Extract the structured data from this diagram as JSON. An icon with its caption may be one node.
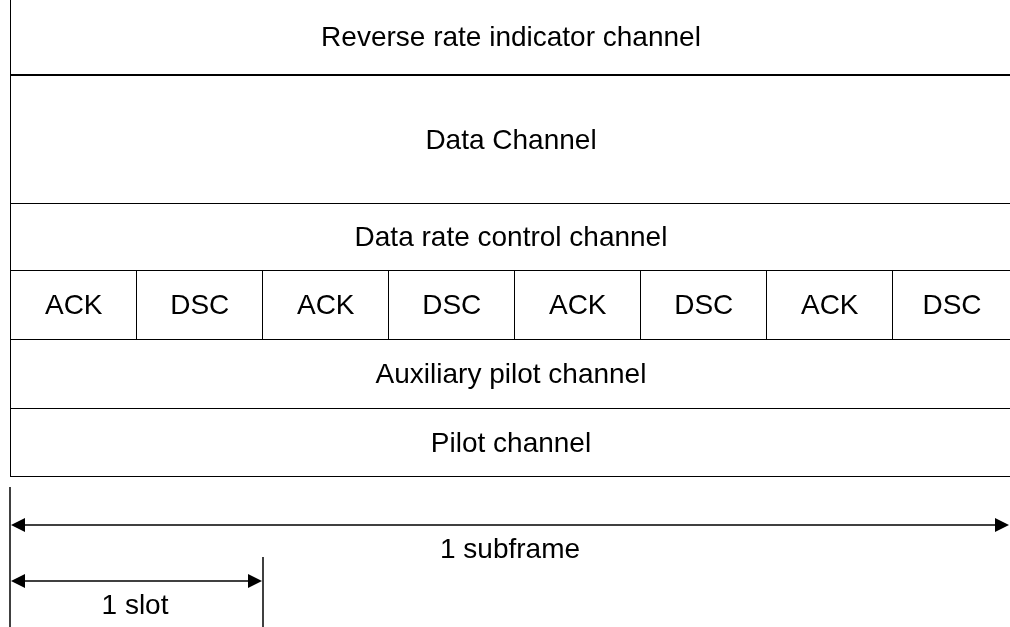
{
  "diagram": {
    "nodes": [
      {
        "text": [
          "Reverse rate indicator channel"
        ]
      },
      {
        "text": [
          "Data Channel"
        ]
      },
      {
        "text": [
          "Data rate control channel"
        ]
      },
      {
        "text": [
          "ACK"
        ]
      },
      {
        "text": [
          "DSC"
        ]
      },
      {
        "text": [
          "ACK"
        ]
      },
      {
        "text": [
          "DSC"
        ]
      },
      {
        "text": [
          "ACK"
        ]
      },
      {
        "text": [
          "DSC"
        ]
      },
      {
        "text": [
          "ACK"
        ]
      },
      {
        "text": [
          "DSC"
        ]
      },
      {
        "text": [
          "Auxiliary pilot channel"
        ]
      },
      {
        "text": [
          "Pilot channel"
        ]
      }
    ],
    "labels": [
      "1 subframe",
      "1 slot"
    ]
  }
}
